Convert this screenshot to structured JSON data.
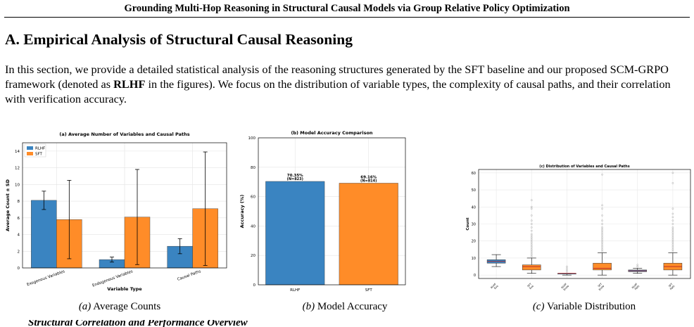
{
  "header": "Grounding Multi-Hop Reasoning in Structural Causal Models via Group Relative Policy Optimization",
  "section_title": "A. Empirical Analysis of Structural Causal Reasoning",
  "paragraph": {
    "part1": "In this section, we provide a detailed statistical analysis of the reasoning structures generated by the SFT baseline and our proposed SCM-GRPO framework (denoted as ",
    "bold": "RLHF",
    "part2": " in the figures). We focus on the distribution of variable types, the complexity of causal paths, and their correlation with verification accuracy."
  },
  "colors": {
    "rlhf": "#3a84c1",
    "sft": "#ff8c28"
  },
  "chart_data": [
    {
      "type": "bar",
      "title": "(a) Average Number of Variables and Causal Paths",
      "xlabel": "Variable Type",
      "ylabel": "Average Count ± SD",
      "categories": [
        "Exogenous Variables",
        "Endogenous Variables",
        "Causal Paths"
      ],
      "series": [
        {
          "name": "RLHF",
          "values": [
            8.1,
            1.0,
            2.6
          ],
          "sd": [
            1.1,
            0.3,
            0.9
          ]
        },
        {
          "name": "SFT",
          "values": [
            5.8,
            6.1,
            7.1
          ],
          "sd": [
            4.7,
            5.7,
            6.8
          ]
        }
      ],
      "ylim": [
        0,
        15
      ],
      "yticks": [
        0,
        2,
        4,
        6,
        8,
        10,
        12,
        14
      ],
      "grid": true,
      "legend": "top-left"
    },
    {
      "type": "bar",
      "title": "(b) Model Accuracy Comparison",
      "ylabel": "Accuracy (%)",
      "categories": [
        "RLHF",
        "SFT"
      ],
      "values": [
        70.35,
        69.16
      ],
      "data_labels": [
        "70.35%",
        "69.16%"
      ],
      "n_labels": [
        "(N=823)",
        "(N=814)"
      ],
      "ylim": [
        0,
        100
      ],
      "yticks": [
        0,
        20,
        40,
        60,
        80,
        100
      ],
      "grid": true
    },
    {
      "type": "box",
      "title": "(c) Distribution of Variables and Causal Paths",
      "ylabel": "Count",
      "categories": [
        "RLHF Exo",
        "SFT Exo",
        "RLHF Endo",
        "SFT Endo",
        "RLHF Path",
        "SFT Path"
      ],
      "series_of": [
        "RLHF",
        "SFT",
        "RLHF",
        "SFT",
        "RLHF",
        "SFT"
      ],
      "boxes": [
        {
          "whislo": 5,
          "q1": 7,
          "med": 8,
          "q3": 9,
          "whishi": 12,
          "fliers": []
        },
        {
          "whislo": 1,
          "q1": 3,
          "med": 5,
          "q3": 6,
          "whishi": 10,
          "fliers": [
            11,
            12,
            13,
            14,
            15,
            16,
            17,
            18,
            19,
            20,
            21,
            22,
            23,
            24,
            26,
            28,
            30,
            32,
            35,
            39,
            40,
            44
          ]
        },
        {
          "whislo": 0,
          "q1": 1,
          "med": 1,
          "q3": 1,
          "whishi": 1,
          "fliers": [
            2,
            3,
            4,
            5
          ]
        },
        {
          "whislo": 0,
          "q1": 3,
          "med": 4,
          "q3": 7,
          "whishi": 13,
          "fliers": [
            14,
            15,
            16,
            17,
            18,
            19,
            20,
            21,
            22,
            23,
            24,
            25,
            26,
            27,
            28,
            30,
            32,
            35,
            39,
            41,
            59
          ]
        },
        {
          "whislo": 1,
          "q1": 2,
          "med": 2.5,
          "q3": 3,
          "whishi": 4,
          "fliers": [
            5,
            6
          ]
        },
        {
          "whislo": 0,
          "q1": 3,
          "med": 5,
          "q3": 7,
          "whishi": 13,
          "fliers": [
            14,
            15,
            16,
            17,
            18,
            19,
            20,
            21,
            22,
            23,
            24,
            25,
            26,
            27,
            28,
            30,
            32,
            34,
            36,
            39,
            54,
            60
          ]
        }
      ],
      "ylim": [
        -2,
        62
      ],
      "yticks": [
        0,
        10,
        20,
        30,
        40,
        50,
        60
      ],
      "grid": true
    }
  ],
  "captions": [
    {
      "label": "(a)",
      "text": " Average Counts"
    },
    {
      "label": "(b)",
      "text": " Model Accuracy"
    },
    {
      "label": "(c)",
      "text": " Variable Distribution"
    }
  ],
  "cut_text": "Structural Correlation and Performance Overview"
}
